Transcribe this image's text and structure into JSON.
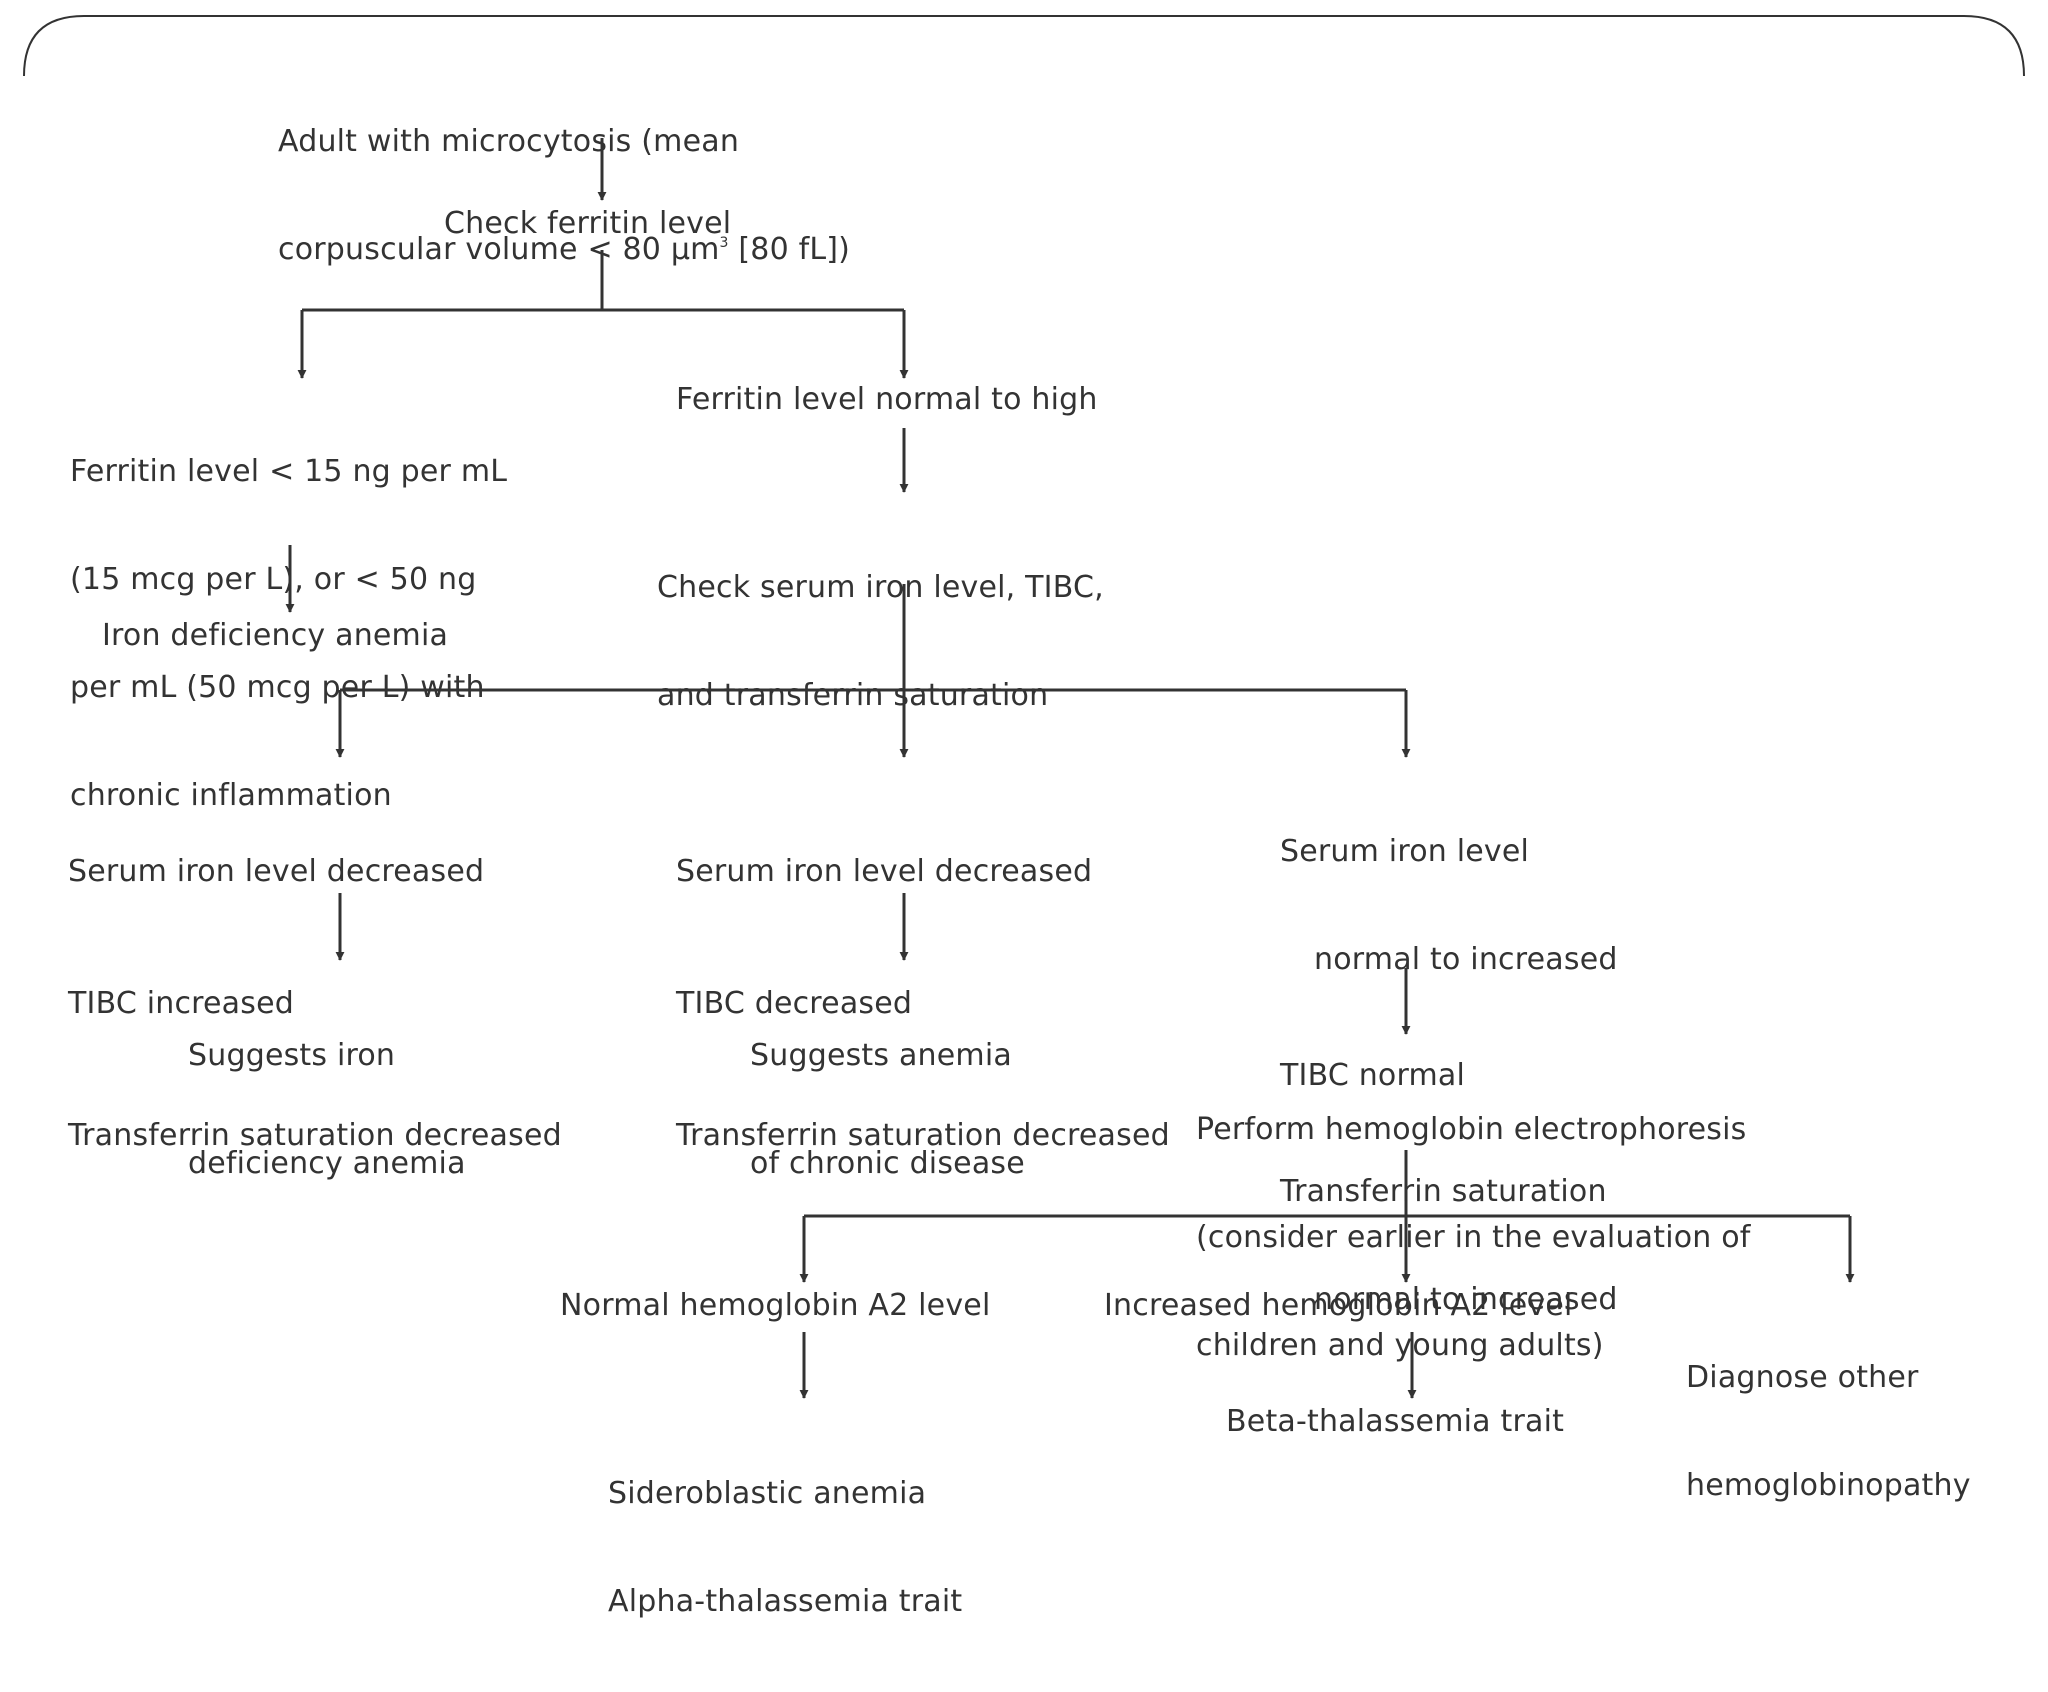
{
  "flowchart": {
    "start": {
      "line1": "Adult with microcytosis (mean",
      "line2_pre": "corpuscular volume < 80 µm",
      "line2_sup": "3",
      "line2_post": " [80 fL])"
    },
    "check_ferritin": "Check ferritin level",
    "ferritin_low": [
      "Ferritin level < 15 ng per mL",
      "(15 mcg per L), or < 50 ng",
      "per mL (50 mcg per L) with",
      "chronic inflammation"
    ],
    "iron_deficiency_anemia": "Iron deficiency anemia",
    "ferritin_normal_high": "Ferritin level normal to high",
    "check_serum": [
      "Check serum iron level, TIBC,",
      "and transferrin saturation"
    ],
    "branch_a": [
      "Serum iron level decreased",
      "TIBC increased",
      "Transferrin saturation decreased"
    ],
    "branch_b": [
      "Serum iron level decreased",
      "TIBC decreased",
      "Transferrin saturation decreased"
    ],
    "branch_c": {
      "serum": "Serum iron level",
      "serum_cont": "normal to increased",
      "tibc": "TIBC normal",
      "sat": "Transferrin saturation",
      "sat_cont": "normal to increased"
    },
    "suggests_ida": [
      "Suggests iron",
      "deficiency anemia"
    ],
    "suggests_acd": [
      "Suggests anemia",
      "of chronic disease"
    ],
    "electrophoresis": [
      "Perform hemoglobin electrophoresis",
      "(consider earlier in the evaluation of",
      "children and young adults)"
    ],
    "normal_a2": "Normal hemoglobin A2 level",
    "increased_a2": "Increased hemoglobin A2 level",
    "other": [
      "Diagnose other",
      "hemoglobinopathy"
    ],
    "sideroblastic": [
      "Sideroblastic anemia",
      "Alpha-thalassemia trait"
    ],
    "beta_thal": "Beta-thalassemia trait"
  },
  "colors": {
    "text": "#333333",
    "line": "#333333",
    "border": "#333333",
    "background": "#ffffff"
  }
}
